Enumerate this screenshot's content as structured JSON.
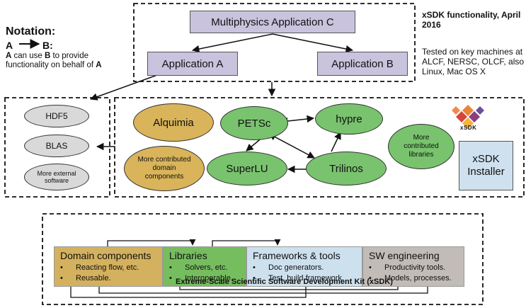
{
  "notation": {
    "title": "Notation:",
    "relation": "A→ B:",
    "desc_html_parts": [
      "A",
      " can use ",
      "B",
      " to provide functionality on behalf of ",
      "A"
    ]
  },
  "xsdk_info": {
    "title": "xSDK functionality, April 2016",
    "tested": "Tested on key machines at ALCF, NERSC, OLCF, also Linux, Mac OS X"
  },
  "applications": {
    "top": "Multiphysics Application C",
    "a": "Application A",
    "b": "Application B"
  },
  "external": {
    "items": [
      "HDF5",
      "BLAS",
      "More external software"
    ]
  },
  "libraries": {
    "alquimia": "Alquimia",
    "more_domain": "More contributed domain components",
    "petsc": "PETSc",
    "hypre": "hypre",
    "superlu": "SuperLU",
    "trilinos": "Trilinos",
    "more_libs": "More contributed libraries",
    "installer": "xSDK Installer",
    "logo_text": "xSDK"
  },
  "components": [
    {
      "header": "Domain components",
      "bullets": [
        "Reacting flow, etc.",
        "Reusable."
      ],
      "color": "#d4b15f"
    },
    {
      "header": "Libraries",
      "bullets": [
        "Solvers, etc.",
        "Interoperable."
      ],
      "color": "#76bd5f"
    },
    {
      "header": "Frameworks & tools",
      "bullets": [
        "Doc generators.",
        "Test, build framework."
      ],
      "color": "#cde0ee"
    },
    {
      "header": "SW engineering",
      "bullets": [
        "Productivity tools.",
        "Models, processes."
      ],
      "color": "#c2bcb8"
    }
  ],
  "kit_label": "Extreme-Scale Scientific Software Development Kit (xSDK)"
}
